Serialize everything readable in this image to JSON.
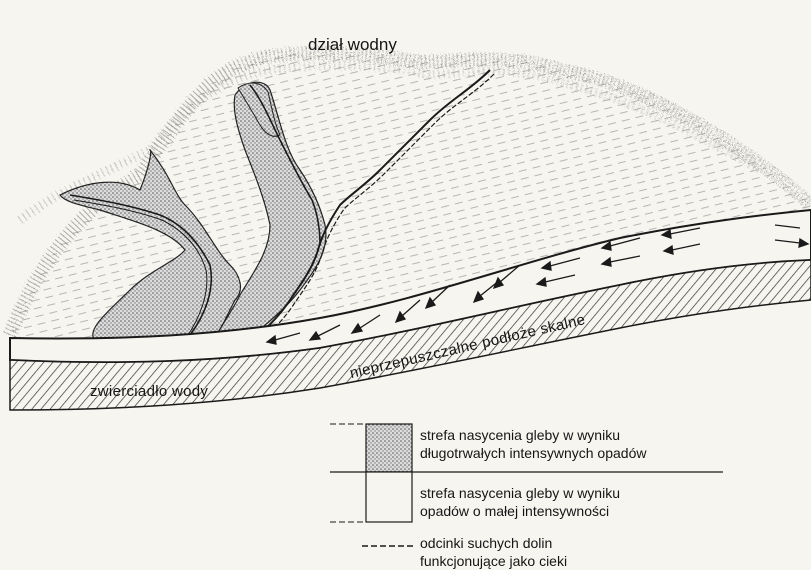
{
  "labels": {
    "watershed": "dział wodny",
    "water_table": "zwierciadło wody",
    "bedrock": "nieprzepuszczalne podłoże skalne"
  },
  "legend": [
    {
      "line1": "strefa nasycenia gleby w wyniku",
      "line2": "długotrwałych intensywnych opadów",
      "swatch": "dotted"
    },
    {
      "line1": "strefa nasycenia gleby w wyniku",
      "line2": "opadów o małej intensywności",
      "swatch": "blank"
    },
    {
      "line1": "odcinki suchych dolin",
      "line2": "funkcjonujące jako cieki",
      "swatch": "dashed-line"
    }
  ],
  "colors": {
    "ink": "#1a1a1a",
    "paper": "#f7f5ef",
    "stipple": "#9a9a9a"
  }
}
